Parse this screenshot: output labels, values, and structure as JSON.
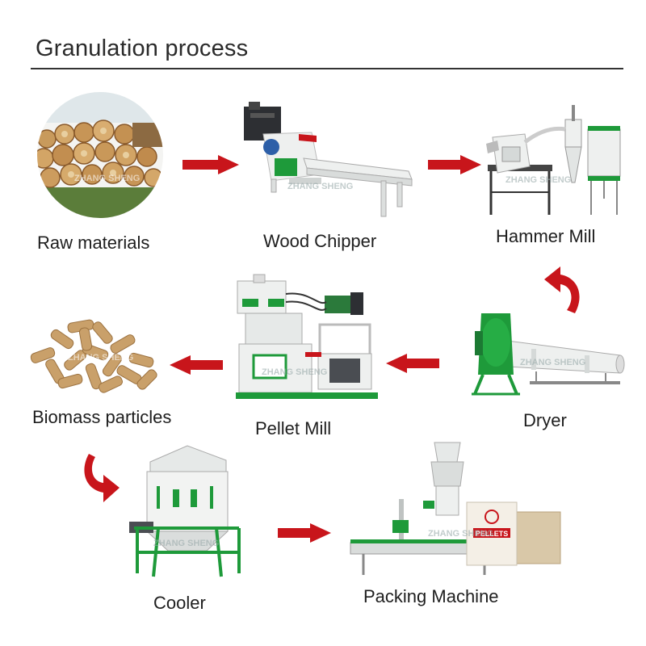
{
  "title": "Granulation process",
  "steps": [
    {
      "label": "Raw materials"
    },
    {
      "label": "Wood Chipper"
    },
    {
      "label": "Hammer Mill"
    },
    {
      "label": "Dryer"
    },
    {
      "label": "Pellet Mill"
    },
    {
      "label": "Biomass particles"
    },
    {
      "label": "Cooler"
    },
    {
      "label": "Packing Machine"
    }
  ],
  "watermark": "ZHANG SHENG",
  "bag_text": "PELLETS",
  "colors": {
    "arrow": "#c8151b",
    "machine_green": "#1e9a3a",
    "machine_white": "#eef0ef",
    "wood": "#b98a52"
  },
  "flow": [
    "Raw materials",
    "Wood Chipper",
    "Hammer Mill",
    "Dryer",
    "Pellet Mill",
    "Biomass particles",
    "Cooler",
    "Packing Machine"
  ]
}
